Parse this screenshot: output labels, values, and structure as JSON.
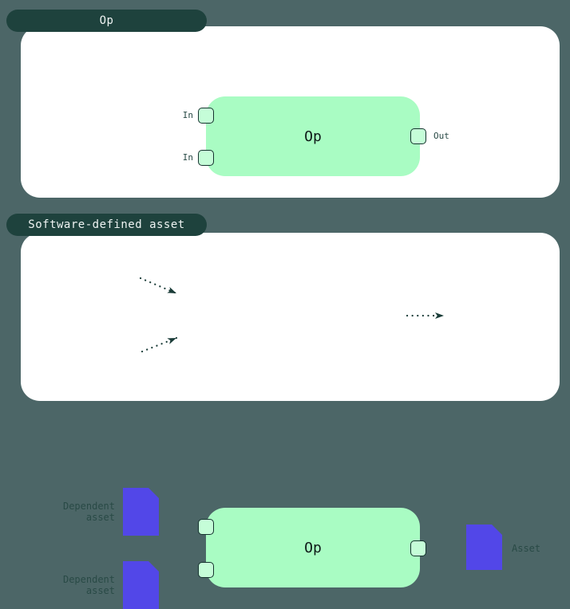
{
  "colors": {
    "page_bg": "#4c6667",
    "panel_bg": "#ffffff",
    "tab_bg": "#1e423d",
    "tab_text": "#eef3f2",
    "node_fill": "#a9fcc3",
    "node_text": "#0e1a18",
    "port_fill": "#c5fdd8",
    "port_border": "#16332f",
    "doc_fill": "#5247e8",
    "label_text": "#294a46",
    "arrow": "#1a3c38"
  },
  "op_panel": {
    "tab_label": "Op",
    "node_label": "Op",
    "in_port_1_label": "In",
    "in_port_2_label": "In",
    "out_port_label": "Out"
  },
  "sda_panel": {
    "tab_label": "Software-defined asset",
    "node_label": "Op",
    "dependent_asset_1_label": "Dependent asset",
    "dependent_asset_2_label": "Dependent asset",
    "output_asset_label": "Asset"
  }
}
